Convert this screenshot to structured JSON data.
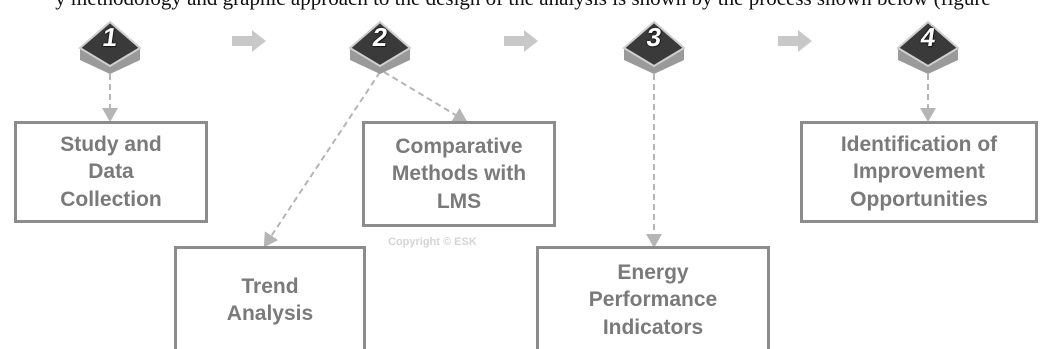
{
  "header_text": "y methodology and graphic approach to the design of the analysis is shown by the process shown below (figure",
  "steps": [
    {
      "number": "1",
      "label": "Study and\nData\nCollection"
    },
    {
      "number": "2",
      "label": "Trend\nAnalysis"
    },
    {
      "number": "2",
      "label": "Comparative\nMethods with\nLMS"
    },
    {
      "number": "3",
      "label": "Energy\nPerformance\nIndicators"
    },
    {
      "number": "4",
      "label": "Identification of\nImprovement\nOpportunities"
    }
  ],
  "step_numbers": [
    "1",
    "2",
    "3",
    "4"
  ],
  "watermark": "Copyright © ESK",
  "colors": {
    "box_border": "#8c8c8c",
    "box_text": "#7a7a7a",
    "arrow": "#c8c8c8",
    "connector": "#b5b5b5",
    "step_badge": "#3a3a3a"
  },
  "icons": [
    "number-badge-icon",
    "right-arrow-icon",
    "dashed-connector"
  ]
}
